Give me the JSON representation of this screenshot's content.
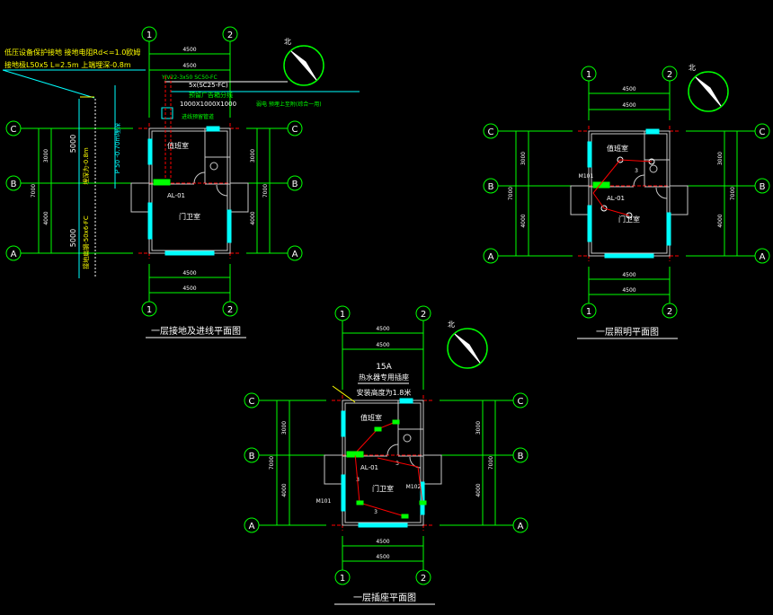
{
  "colors": {
    "axis": "#00ff00",
    "wall": "#c8c8c8",
    "window": "#00ffff",
    "grid": "#ff0000",
    "note": "#ffff00",
    "text": "#ffffff",
    "cyan": "#00ffff"
  },
  "plans": [
    {
      "title": "一层接地及进线平面图",
      "cols": [
        "1",
        "2"
      ],
      "rows": [
        "C",
        "B",
        "A"
      ],
      "dim_top": "4500",
      "dim_top2": "4500",
      "dim_bottom": "4500",
      "dim_bottom2": "4500",
      "dim_v": [
        "3000",
        "4000"
      ],
      "dim_v_total": "7000",
      "room_upper": "值班室",
      "room_lower": "门卫室",
      "panel": "AL-01",
      "north": "北"
    },
    {
      "title": "一层照明平面图",
      "cols": [
        "1",
        "2"
      ],
      "rows": [
        "C",
        "B",
        "A"
      ],
      "dim_top": "4500",
      "dim_top2": "4500",
      "dim_bottom": "4500",
      "dim_bottom2": "4500",
      "dim_v": [
        "3000",
        "4000"
      ],
      "dim_v_total": "7000",
      "room_upper": "值班室",
      "room_lower": "门卫室",
      "panel": "AL-01",
      "north": "北"
    },
    {
      "title": "一层插座平面图",
      "cols": [
        "1",
        "2"
      ],
      "rows": [
        "C",
        "B",
        "A"
      ],
      "dim_top": "4500",
      "dim_top2": "4500",
      "dim_bottom": "4500",
      "dim_bottom2": "4500",
      "dim_v": [
        "3000",
        "4000"
      ],
      "dim_v_total": "7000",
      "room_upper": "值班室",
      "room_lower": "门卫室",
      "panel": "AL-01",
      "north": "北"
    }
  ],
  "annotations": {
    "ground_note_1": "低压设备保护接地  接地电阻Rd<=1.0欧姆",
    "ground_note_2": "接地极L50x5 L=2.5m 上端埋深-0.8m",
    "cable_1": "YJV22-3x50 SC50-FC",
    "cable_2": "5x(SC25-FC)",
    "box_label": "预留广告箱分线",
    "box_size": "1000X1000X1000",
    "pipe_note": "弱电 预埋上至附(综合一用)",
    "riser_note": "进线预留管道",
    "depth_note": "埋深为-0.8m",
    "flat_steel": "接地扁钢-50x6-FC",
    "pipe_depth": "P 50 -0.70m埋深",
    "dim_5000_a": "5000",
    "dim_5000_b": "5000",
    "light_m1": "M101",
    "light_3": "3",
    "socket_rating": "15A",
    "socket_note_1": "热水器专用插座",
    "socket_note_2": "安装高度为1.8米",
    "socket_m1": "M101",
    "socket_m2": "M102",
    "socket_w": "3"
  }
}
